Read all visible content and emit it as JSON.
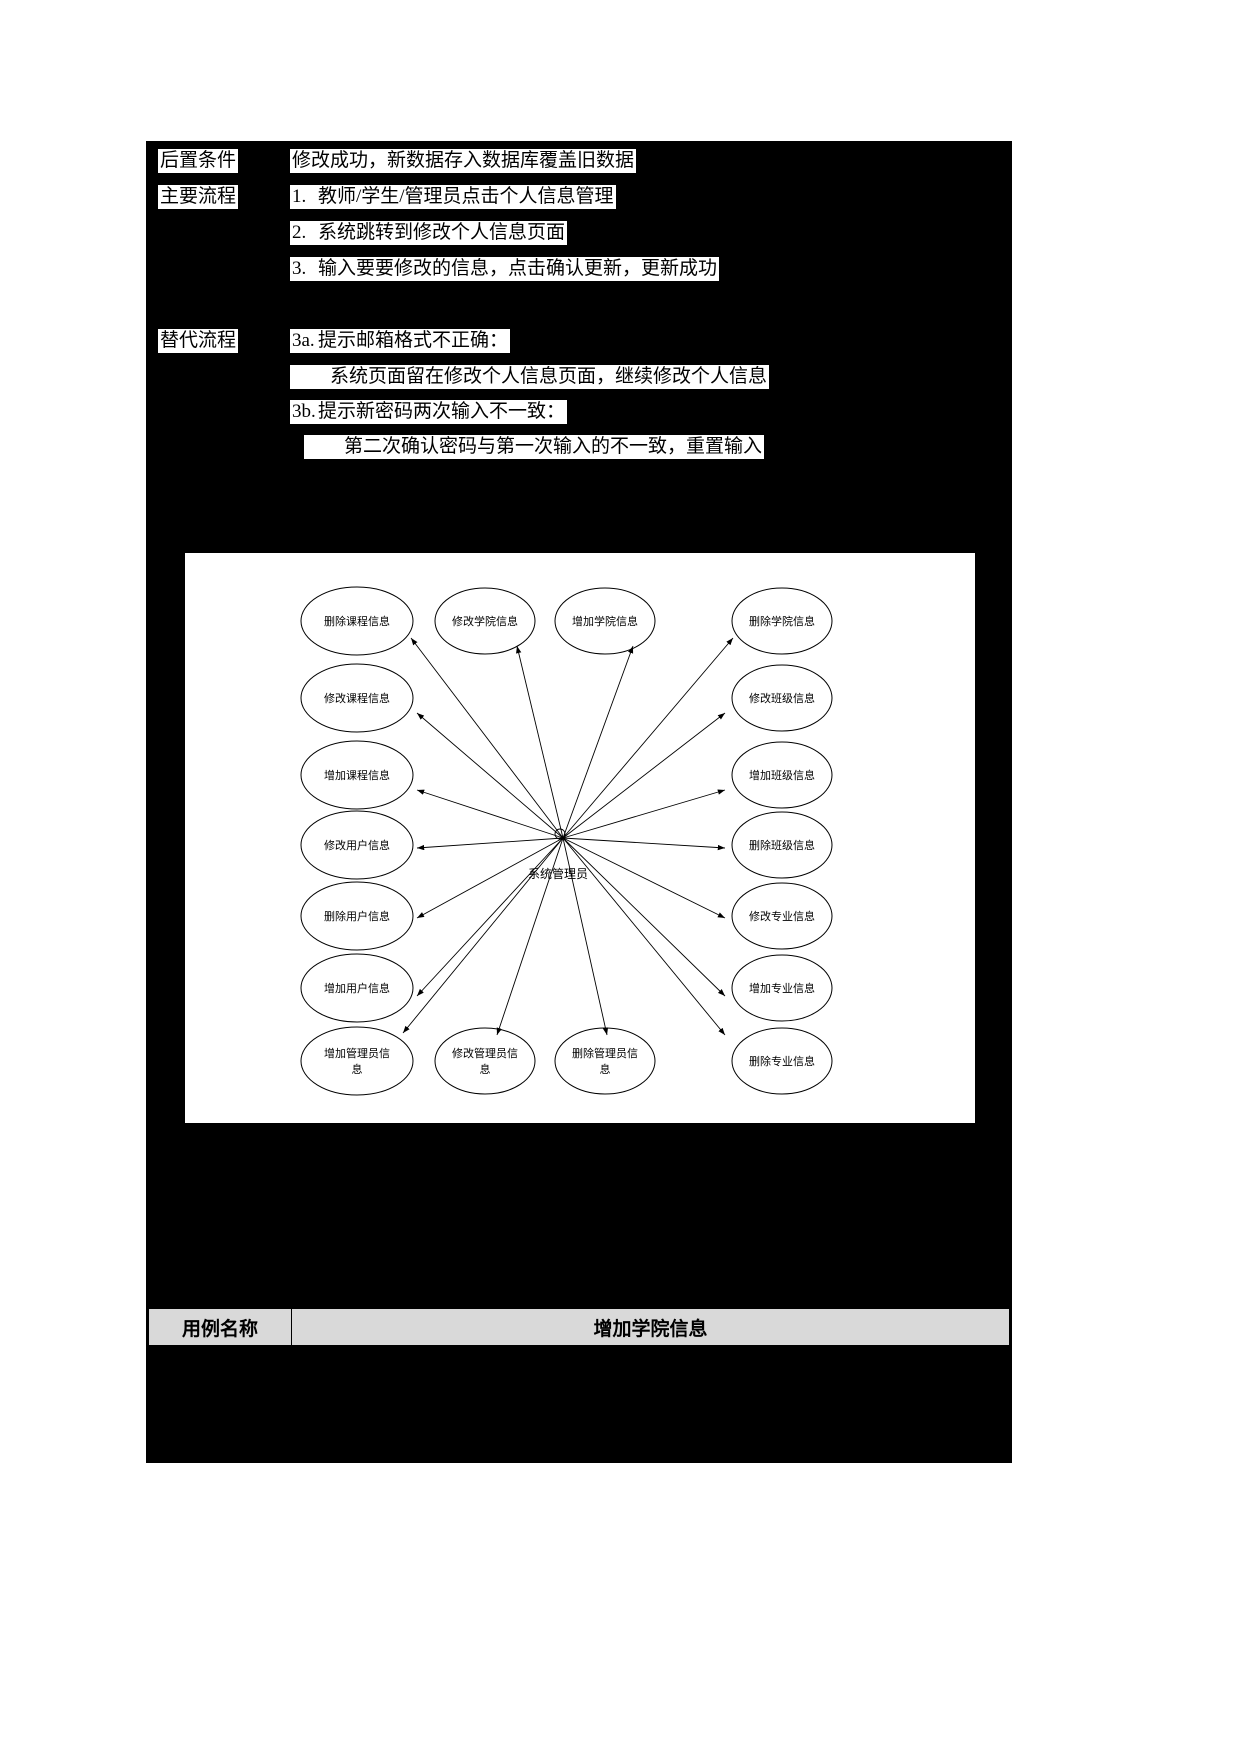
{
  "document": {
    "sections": [
      {
        "label": "后置条件",
        "lines": [
          {
            "num": "",
            "text": "修改成功，新数据存入数据库覆盖旧数据"
          }
        ]
      },
      {
        "label": "主要流程",
        "lines": [
          {
            "num": "1.",
            "text": "教师/学生/管理员点击个人信息管理"
          },
          {
            "num": "2.",
            "text": "系统跳转到修改个人信息页面"
          },
          {
            "num": "3.",
            "text": "输入要要修改的信息，点击确认更新，更新成功"
          }
        ]
      },
      {
        "label": "替代流程",
        "lines": [
          {
            "num": "3a.",
            "text": "提示邮箱格式不正确："
          },
          {
            "num": "",
            "text": "　　系统页面留在修改个人信息页面，继续修改个人信息"
          },
          {
            "num": "3b.",
            "text": "提示新密码两次输入不一致："
          },
          {
            "num": "",
            "text": "　　第二次确认密码与第一次输入的不一致，重置输入"
          }
        ]
      }
    ]
  },
  "diagram": {
    "type": "uml-use-case",
    "actor": "系统管理员",
    "use_cases_left": [
      "删除课程信息",
      "修改课程信息",
      "增加课程信息",
      "修改用户信息",
      "删除用户信息",
      "增加用户信息"
    ],
    "use_cases_top": [
      "修改学院信息",
      "增加学院信息"
    ],
    "use_cases_right": [
      "删除学院信息",
      "修改班级信息",
      "增加班级信息",
      "删除班级信息",
      "修改专业信息",
      "增加专业信息"
    ],
    "use_cases_bottom": [
      "增加管理员信息",
      "修改管理员信息",
      "删除管理员信息",
      "删除专业信息"
    ]
  },
  "bottom_table": {
    "header_label": "用例名称",
    "header_value": "增加学院信息"
  },
  "colors": {
    "content_background": "#000000",
    "text_highlight": "#ffffff",
    "table_header": "#d9d9d9"
  }
}
